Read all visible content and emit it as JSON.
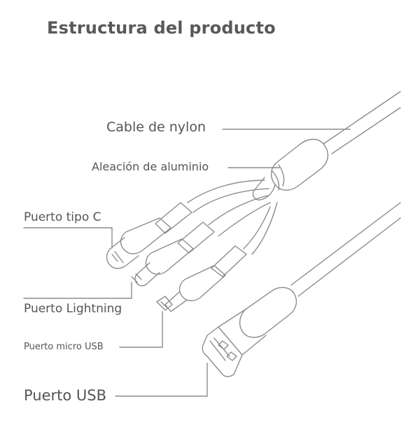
{
  "title": "Estructura del producto",
  "labels": {
    "nylon": "Cable de nylon",
    "aluminio": "Aleación de aluminio",
    "tipo_c": "Puerto tipo C",
    "lightning": "Puerto Lightning",
    "micro_usb": "Puerto micro USB",
    "usb": "Puerto USB"
  },
  "colors": {
    "line": "#8c8c8c",
    "text": "#555555",
    "title": "#595959"
  }
}
